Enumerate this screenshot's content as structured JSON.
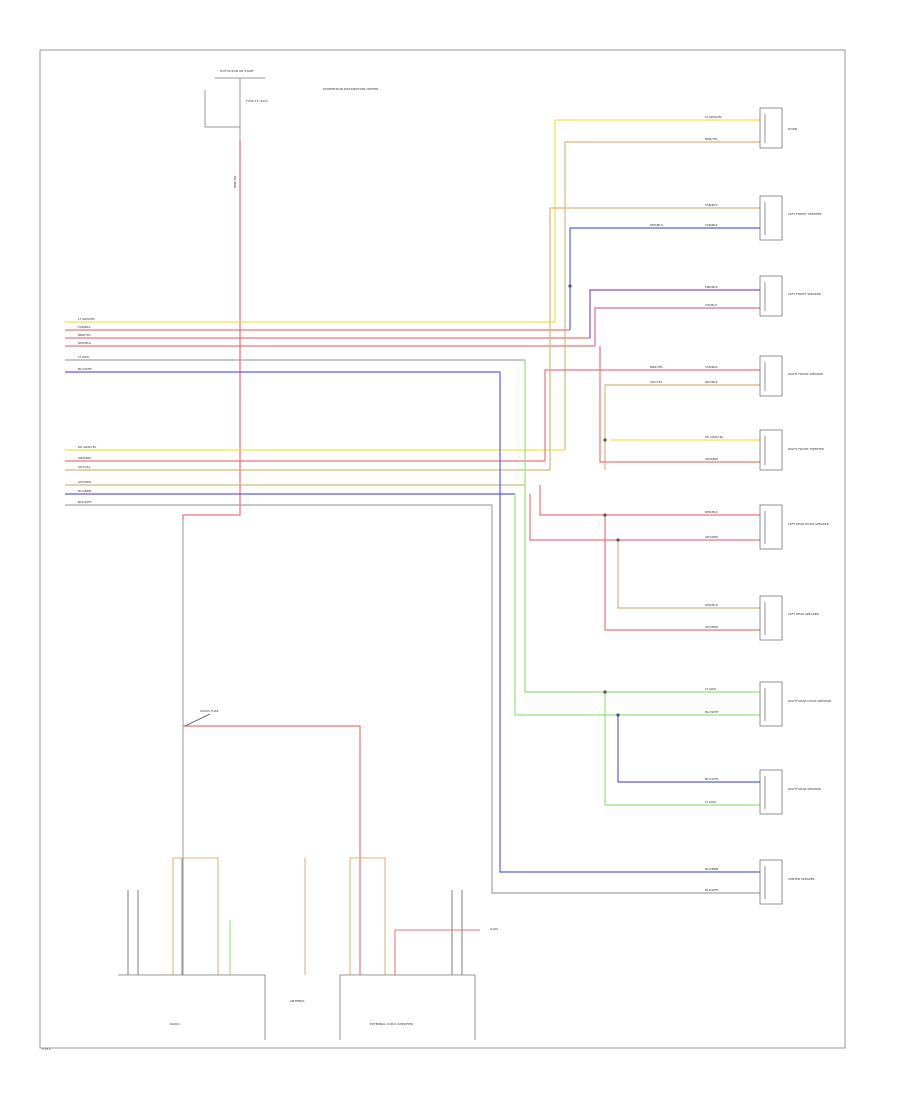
{
  "colors": {
    "frame": "#9a9a9a",
    "yellow": "#f0e24a",
    "red": "#f0737a",
    "blue": "#5a5af5",
    "green": "#93e27a",
    "gray": "#a4a4a4",
    "tan": "#d4b87a",
    "violet": "#8a4fc0",
    "pink": "#e06aa0"
  },
  "labels": {
    "header_box": "HOT IN RUN OR START",
    "fuse_label": "FUSE 15 (10A)",
    "fuse_desc": "POWERTRAIN DISTRIBUTION CENTER",
    "audio_fuse": "AUDIO FUSE",
    "radio_label": "RADIO",
    "amp_label": "EXTERNAL AUDIO AMPLIFIER",
    "ant_label": "ANTENNA",
    "ground_label": "G100",
    "page_number": "2 of 2"
  },
  "components": {
    "comp_1": "HORN",
    "comp_2": "LEFT FRONT TWEETER",
    "comp_3": "LEFT FRONT SPEAKER",
    "comp_4": "RIGHT FRONT SPEAKER",
    "comp_5": "RIGHT FRONT TWEETER",
    "comp_6": "LEFT REAR DOOR SPEAKER",
    "comp_7": "LEFT REAR SPEAKER",
    "comp_8": "RIGHT REAR DOOR SPEAKER",
    "comp_9": "RIGHT REAR SPEAKER",
    "comp_10": "CENTER SPEAKER"
  },
  "wires": {
    "upper_group": [
      "LT GRN/YEL",
      "TAN/BLK",
      "BRN/YEL",
      "RED/BLK",
      "LT GRN",
      "BLU/WHT"
    ],
    "lower_group": [
      "DK GRN/YEL",
      "ORN/BLK",
      "GRY/YEL",
      "GRY/RED",
      "BLU/BRN",
      "BLK/WHT"
    ],
    "right_labels": [
      "LT GRN/YEL",
      "BRN/YEL",
      "TAN/BLK",
      "RED/BLK",
      "TAN/BLK",
      "PNK/BLK",
      "VIO/BLK",
      "BRN/YEL",
      "TAN/BLK",
      "GRY/YEL",
      "GRY/BLK",
      "DK GRN/YEL",
      "ORN/BLK",
      "RED/BLK",
      "GRY/RED",
      "RED/BLK",
      "GRY/RED",
      "LT GRN",
      "BLU/WHT",
      "BLU/WHT",
      "LT GRN",
      "BLU/BRN",
      "BLK/WHT"
    ],
    "vertical_feed": "RED/YEL"
  }
}
